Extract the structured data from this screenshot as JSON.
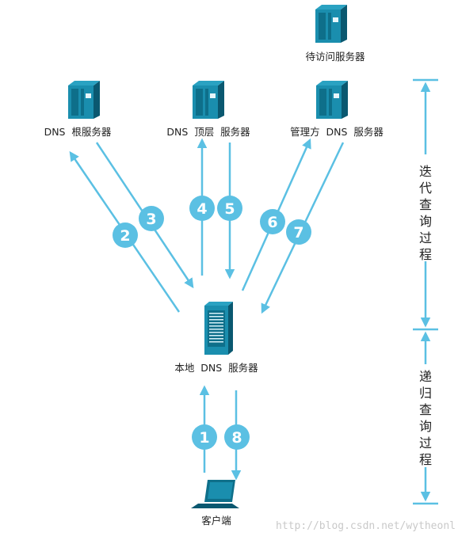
{
  "nodes": {
    "target": "待访问服务器",
    "root": "DNS  根服务器",
    "tld": "DNS  顶层  服务器",
    "authoritative": "管理方  DNS  服务器",
    "local": "本地  DNS  服务器",
    "client": "客户端"
  },
  "steps": [
    "1",
    "2",
    "3",
    "4",
    "5",
    "6",
    "7",
    "8"
  ],
  "phases": {
    "iterative": [
      "迭",
      "代",
      "查",
      "询",
      "过",
      "程"
    ],
    "recursive": [
      "递",
      "归",
      "查",
      "询",
      "过",
      "程"
    ]
  },
  "watermark": "http://blog.csdn.net/wytheonl",
  "colors": {
    "accent": "#5bc0e3",
    "server": "#0e6f8a",
    "server_dark": "#0a5870",
    "server_light": "#1a8eae"
  }
}
